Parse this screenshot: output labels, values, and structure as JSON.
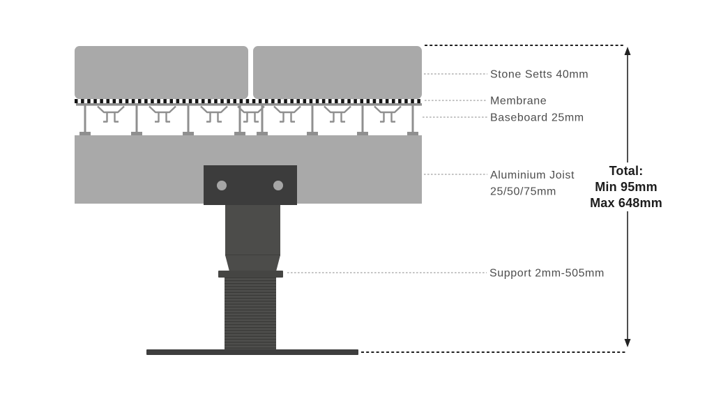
{
  "figure": {
    "labels": {
      "stone_setts": "Stone Setts 40mm",
      "membrane": "Membrane",
      "baseboard": "Baseboard 25mm",
      "joist_line1": "Aluminium Joist",
      "joist_line2": "25/50/75mm",
      "support": "Support 2mm-505mm"
    },
    "total": {
      "title": "Total:",
      "min": "Min 95mm",
      "max": "Max 648mm"
    },
    "colors": {
      "concrete_gray": "#a9a9a9",
      "frame_gray": "#8f8f8f",
      "membrane_black": "#141414",
      "bracket_dark": "#3c3c3c",
      "support_gray": "#4c4c4a",
      "flange_gray": "#454543",
      "rod_gray": "#4e4e4c",
      "thread_dark": "#3a3a38",
      "plate_dark": "#3e3e3e",
      "bolt_gray": "#a6a6a6",
      "label_text": "#4d4d4d",
      "leader_gray": "#a0a0a0",
      "dimension_black": "#222222",
      "background": "#ffffff"
    }
  }
}
